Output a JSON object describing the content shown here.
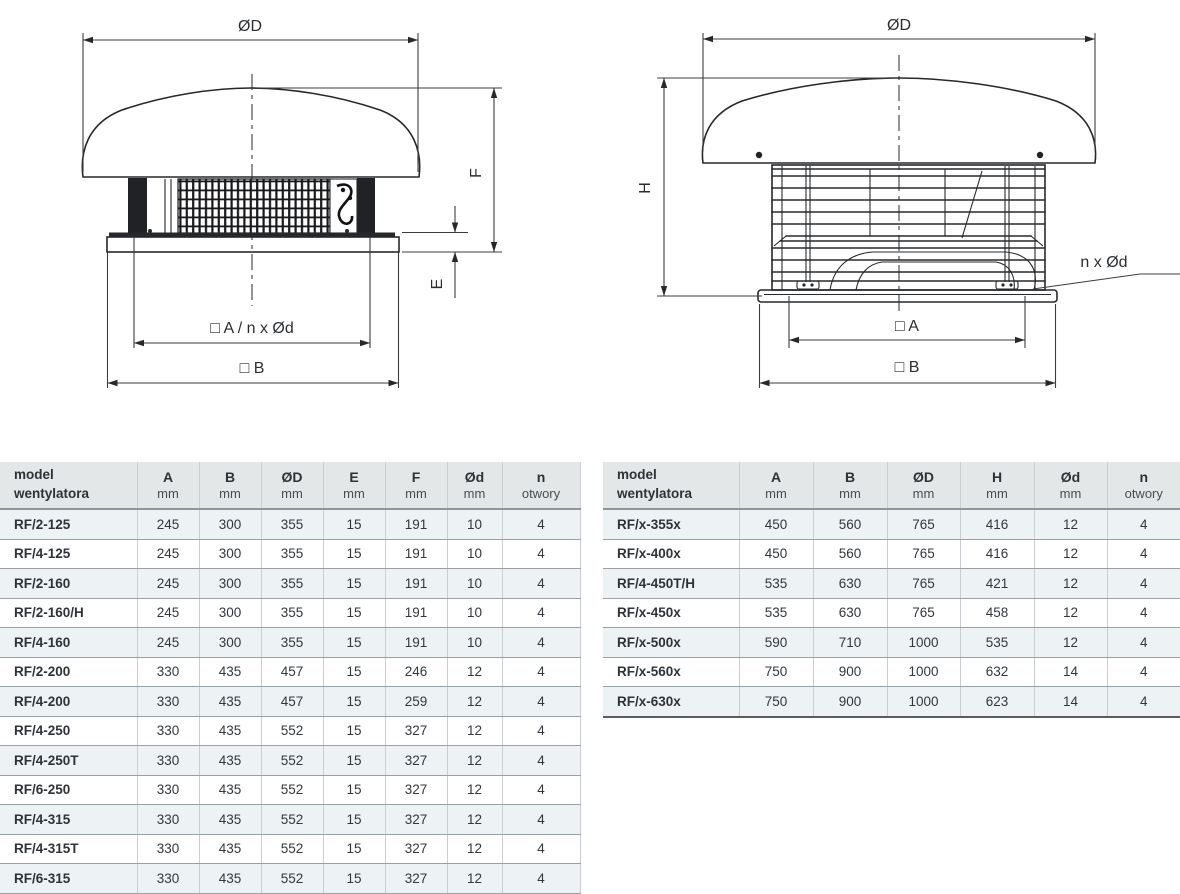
{
  "diagrams": {
    "left": {
      "dim_d": "ØD",
      "dim_f": "F",
      "dim_e": "E",
      "dim_a": "□ A / n x Ød",
      "dim_b": "□ B"
    },
    "right": {
      "dim_d": "ØD",
      "dim_h": "H",
      "dim_holes": "n x Ød",
      "dim_a": "□ A",
      "dim_b": "□ B"
    }
  },
  "tables": {
    "left": {
      "model_header": [
        "model",
        "wentylatora"
      ],
      "columns": [
        {
          "label": "A",
          "unit": "mm"
        },
        {
          "label": "B",
          "unit": "mm"
        },
        {
          "label": "ØD",
          "unit": "mm"
        },
        {
          "label": "E",
          "unit": "mm"
        },
        {
          "label": "F",
          "unit": "mm"
        },
        {
          "label": "Ød",
          "unit": "mm"
        },
        {
          "label": "n",
          "unit": "otwory"
        }
      ],
      "rows": [
        {
          "model": "RF/2-125",
          "values": [
            "245",
            "300",
            "355",
            "15",
            "191",
            "10",
            "4"
          ]
        },
        {
          "model": "RF/4-125",
          "values": [
            "245",
            "300",
            "355",
            "15",
            "191",
            "10",
            "4"
          ]
        },
        {
          "model": "RF/2-160",
          "values": [
            "245",
            "300",
            "355",
            "15",
            "191",
            "10",
            "4"
          ]
        },
        {
          "model": "RF/2-160/H",
          "values": [
            "245",
            "300",
            "355",
            "15",
            "191",
            "10",
            "4"
          ]
        },
        {
          "model": "RF/4-160",
          "values": [
            "245",
            "300",
            "355",
            "15",
            "191",
            "10",
            "4"
          ]
        },
        {
          "model": "RF/2-200",
          "values": [
            "330",
            "435",
            "457",
            "15",
            "246",
            "12",
            "4"
          ]
        },
        {
          "model": "RF/4-200",
          "values": [
            "330",
            "435",
            "457",
            "15",
            "259",
            "12",
            "4"
          ]
        },
        {
          "model": "RF/4-250",
          "values": [
            "330",
            "435",
            "552",
            "15",
            "327",
            "12",
            "4"
          ]
        },
        {
          "model": "RF/4-250T",
          "values": [
            "330",
            "435",
            "552",
            "15",
            "327",
            "12",
            "4"
          ]
        },
        {
          "model": "RF/6-250",
          "values": [
            "330",
            "435",
            "552",
            "15",
            "327",
            "12",
            "4"
          ]
        },
        {
          "model": "RF/4-315",
          "values": [
            "330",
            "435",
            "552",
            "15",
            "327",
            "12",
            "4"
          ]
        },
        {
          "model": "RF/4-315T",
          "values": [
            "330",
            "435",
            "552",
            "15",
            "327",
            "12",
            "4"
          ]
        },
        {
          "model": "RF/6-315",
          "values": [
            "330",
            "435",
            "552",
            "15",
            "327",
            "12",
            "4"
          ]
        }
      ]
    },
    "right": {
      "model_header": [
        "model",
        "wentylatora"
      ],
      "columns": [
        {
          "label": "A",
          "unit": "mm"
        },
        {
          "label": "B",
          "unit": "mm"
        },
        {
          "label": "ØD",
          "unit": "mm"
        },
        {
          "label": "H",
          "unit": "mm"
        },
        {
          "label": "Ød",
          "unit": "mm"
        },
        {
          "label": "n",
          "unit": "otwory"
        }
      ],
      "rows": [
        {
          "model": "RF/x-355x",
          "values": [
            "450",
            "560",
            "765",
            "416",
            "12",
            "4"
          ]
        },
        {
          "model": "RF/x-400x",
          "values": [
            "450",
            "560",
            "765",
            "416",
            "12",
            "4"
          ]
        },
        {
          "model": "RF/4-450T/H",
          "values": [
            "535",
            "630",
            "765",
            "421",
            "12",
            "4"
          ]
        },
        {
          "model": "RF/x-450x",
          "values": [
            "535",
            "630",
            "765",
            "458",
            "12",
            "4"
          ]
        },
        {
          "model": "RF/x-500x",
          "values": [
            "590",
            "710",
            "1000",
            "535",
            "12",
            "4"
          ]
        },
        {
          "model": "RF/x-560x",
          "values": [
            "750",
            "900",
            "1000",
            "632",
            "14",
            "4"
          ]
        },
        {
          "model": "RF/x-630x",
          "values": [
            "750",
            "900",
            "1000",
            "623",
            "14",
            "4"
          ]
        }
      ]
    }
  },
  "colors": {
    "header_bg": "#e3e7e8",
    "row_stripe": "#edf2f5",
    "row_plain": "#ffffff",
    "table_border_dark": "#585d62",
    "grid_line": "#9aa1a6",
    "divider": "#c9ced2",
    "text": "#33373c",
    "drawing": "#26282b"
  }
}
